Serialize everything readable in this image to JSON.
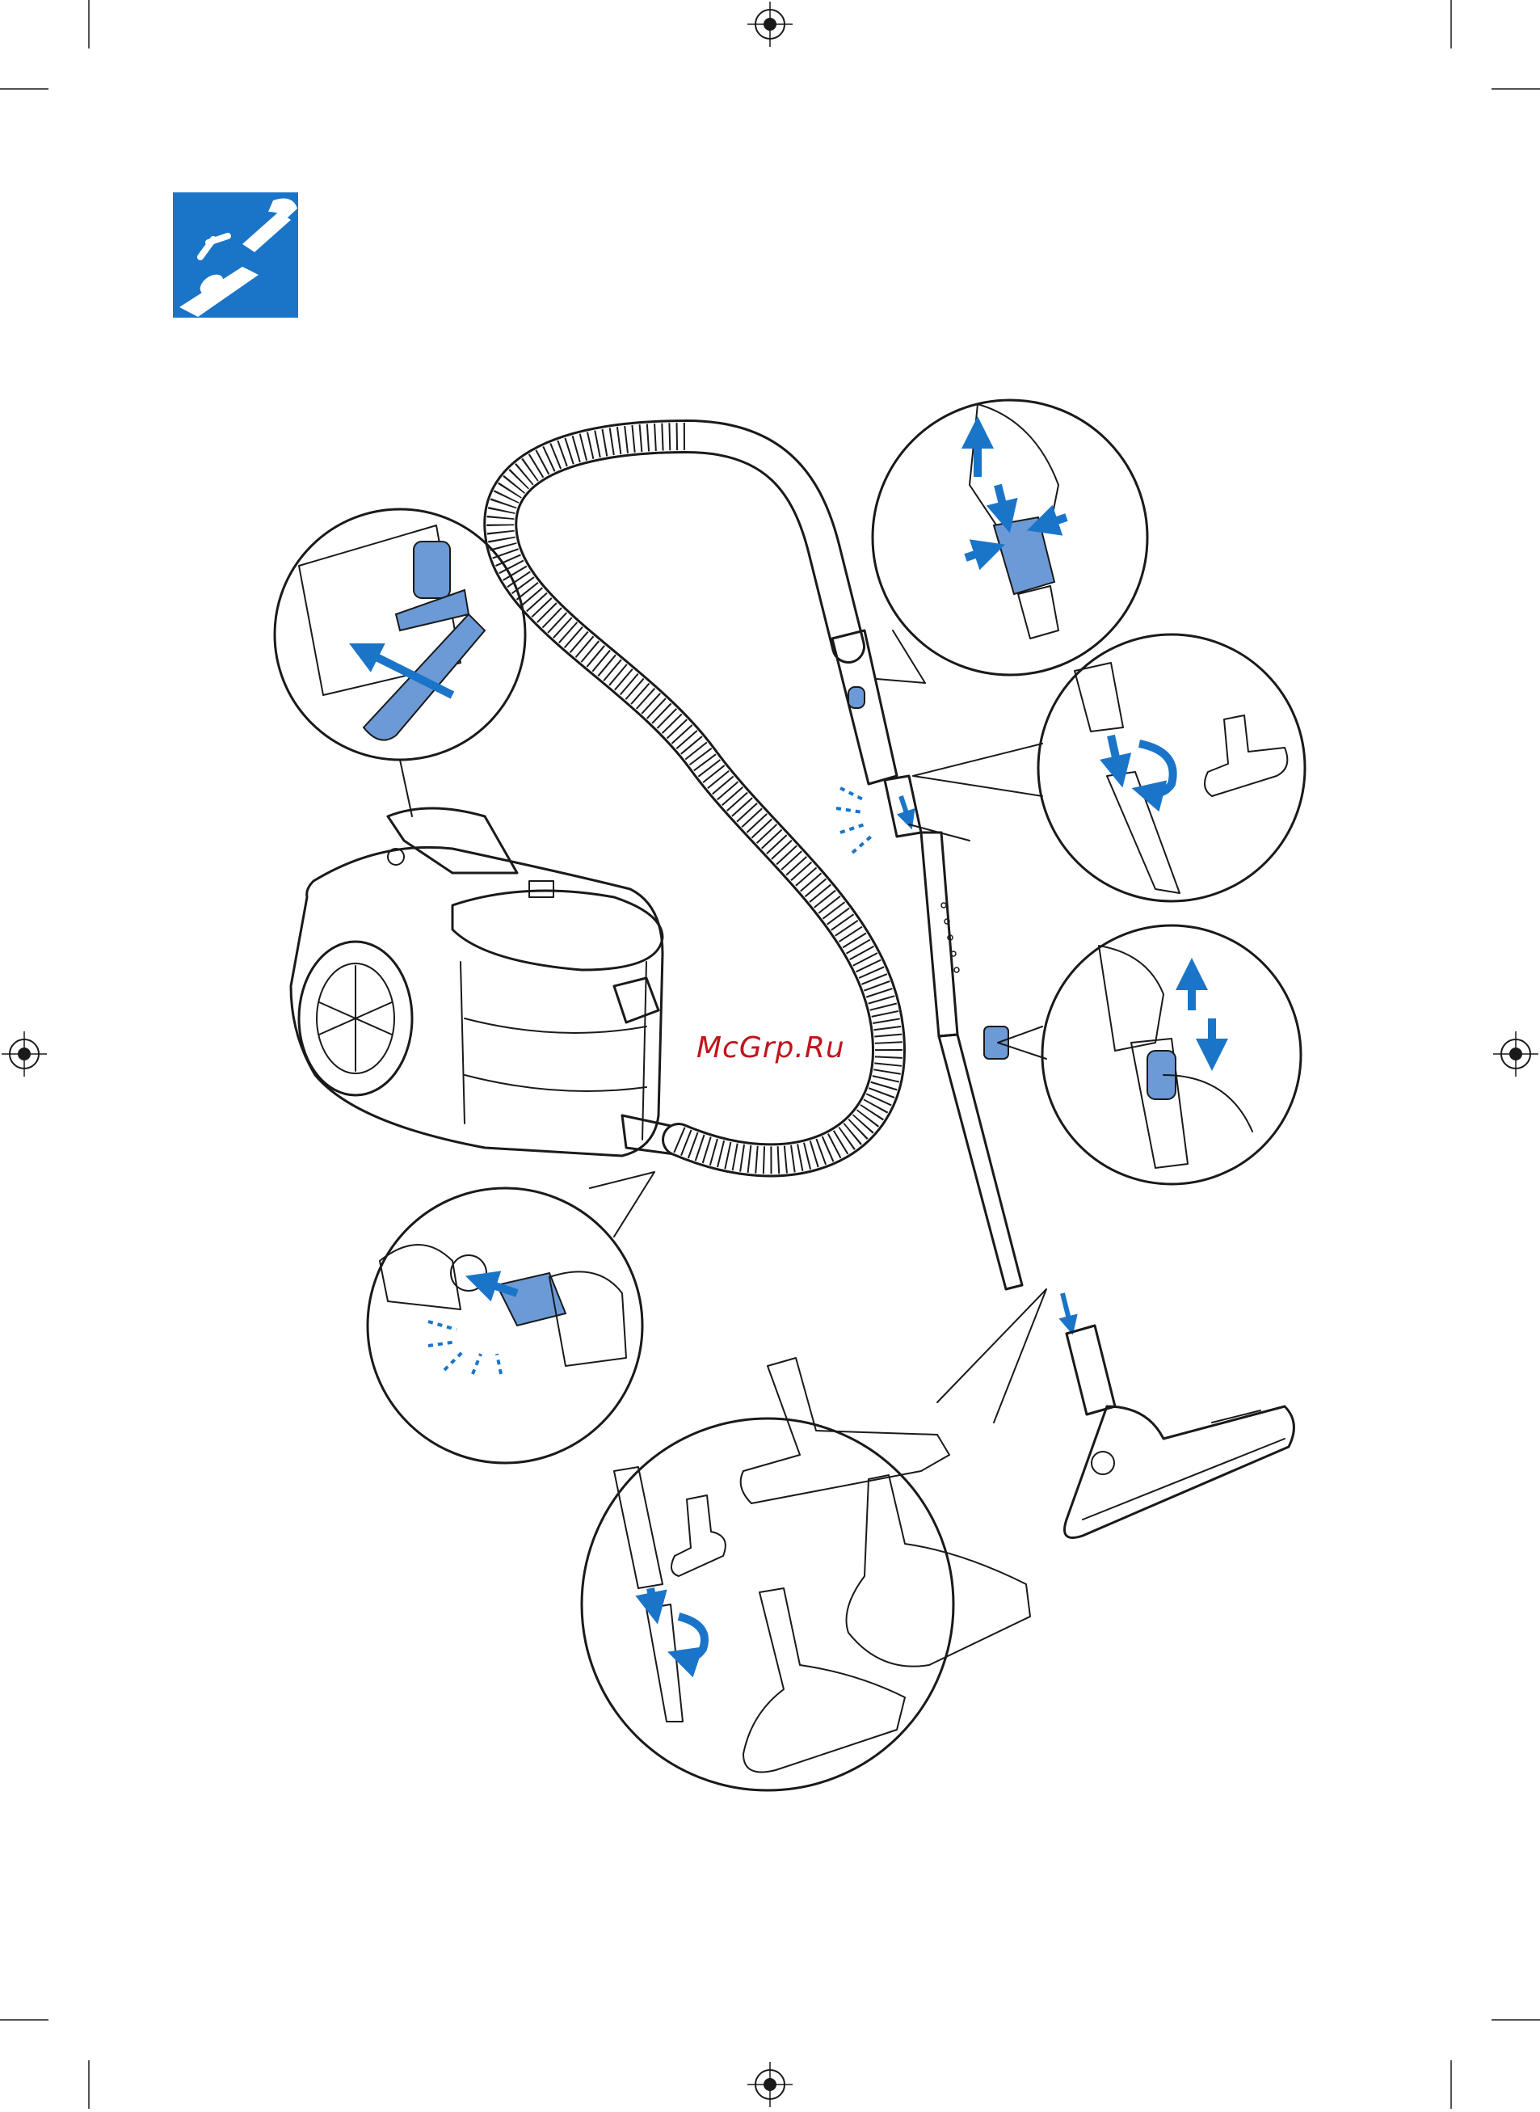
{
  "header": {
    "icon_name": "hose-accessory-icon",
    "icon_color": "#1a75c9"
  },
  "colors": {
    "accent_blue": "#1a75c9",
    "part_blue": "#6b9ad6",
    "line": "#1a1a1a",
    "watermark": "#c0141b"
  },
  "watermark": {
    "text": "McGrp.Ru"
  },
  "callouts": [
    {
      "icon": "crevice-tool-storage-icon"
    },
    {
      "icon": "hose-handle-release-icon"
    },
    {
      "icon": "crevice-tool-attach-icon"
    },
    {
      "icon": "telescopic-tube-adjust-icon"
    },
    {
      "icon": "hose-inlet-connect-icon"
    },
    {
      "icon": "nozzle-options-icon"
    }
  ],
  "registration_marks": [
    "top",
    "left",
    "right",
    "bottom"
  ]
}
